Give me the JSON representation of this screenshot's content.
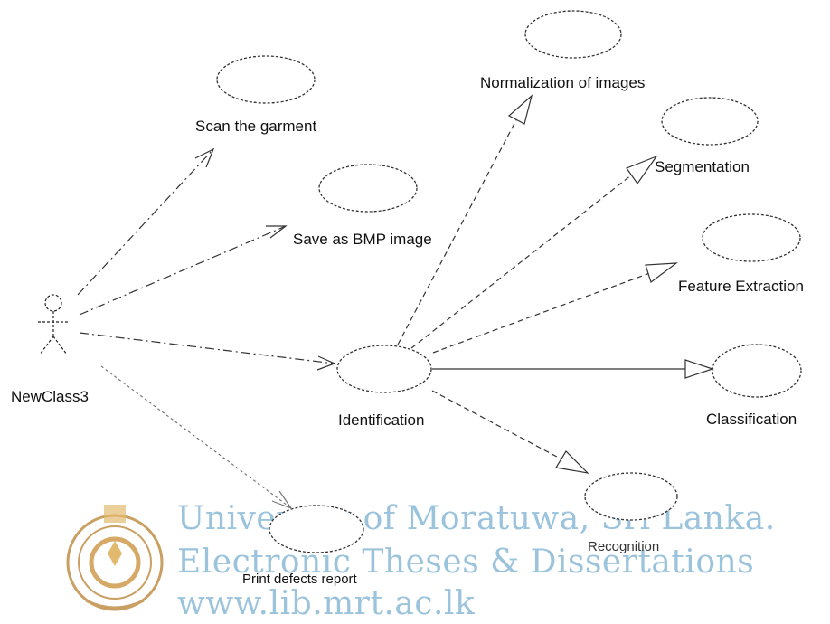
{
  "actor": {
    "label": "NewClass3"
  },
  "use_cases": [
    {
      "id": "scan",
      "label": "Scan the garment"
    },
    {
      "id": "save",
      "label": "Save as BMP image"
    },
    {
      "id": "ident",
      "label": "Identification"
    },
    {
      "id": "print",
      "label": "Print defects report"
    },
    {
      "id": "norm",
      "label": "Normalization of images"
    },
    {
      "id": "seg",
      "label": "Segmentation"
    },
    {
      "id": "feat",
      "label": "Feature Extraction"
    },
    {
      "id": "cls",
      "label": "Classification"
    },
    {
      "id": "rec",
      "label": "Recognition"
    }
  ],
  "watermark": {
    "lines": [
      "University of Moratuwa, Sri Lanka.",
      "Electronic Theses & Dissertations",
      "www.lib.mrt.ac.lk"
    ],
    "color": "#9bc3dc",
    "seal_color": "#b97f2e"
  }
}
